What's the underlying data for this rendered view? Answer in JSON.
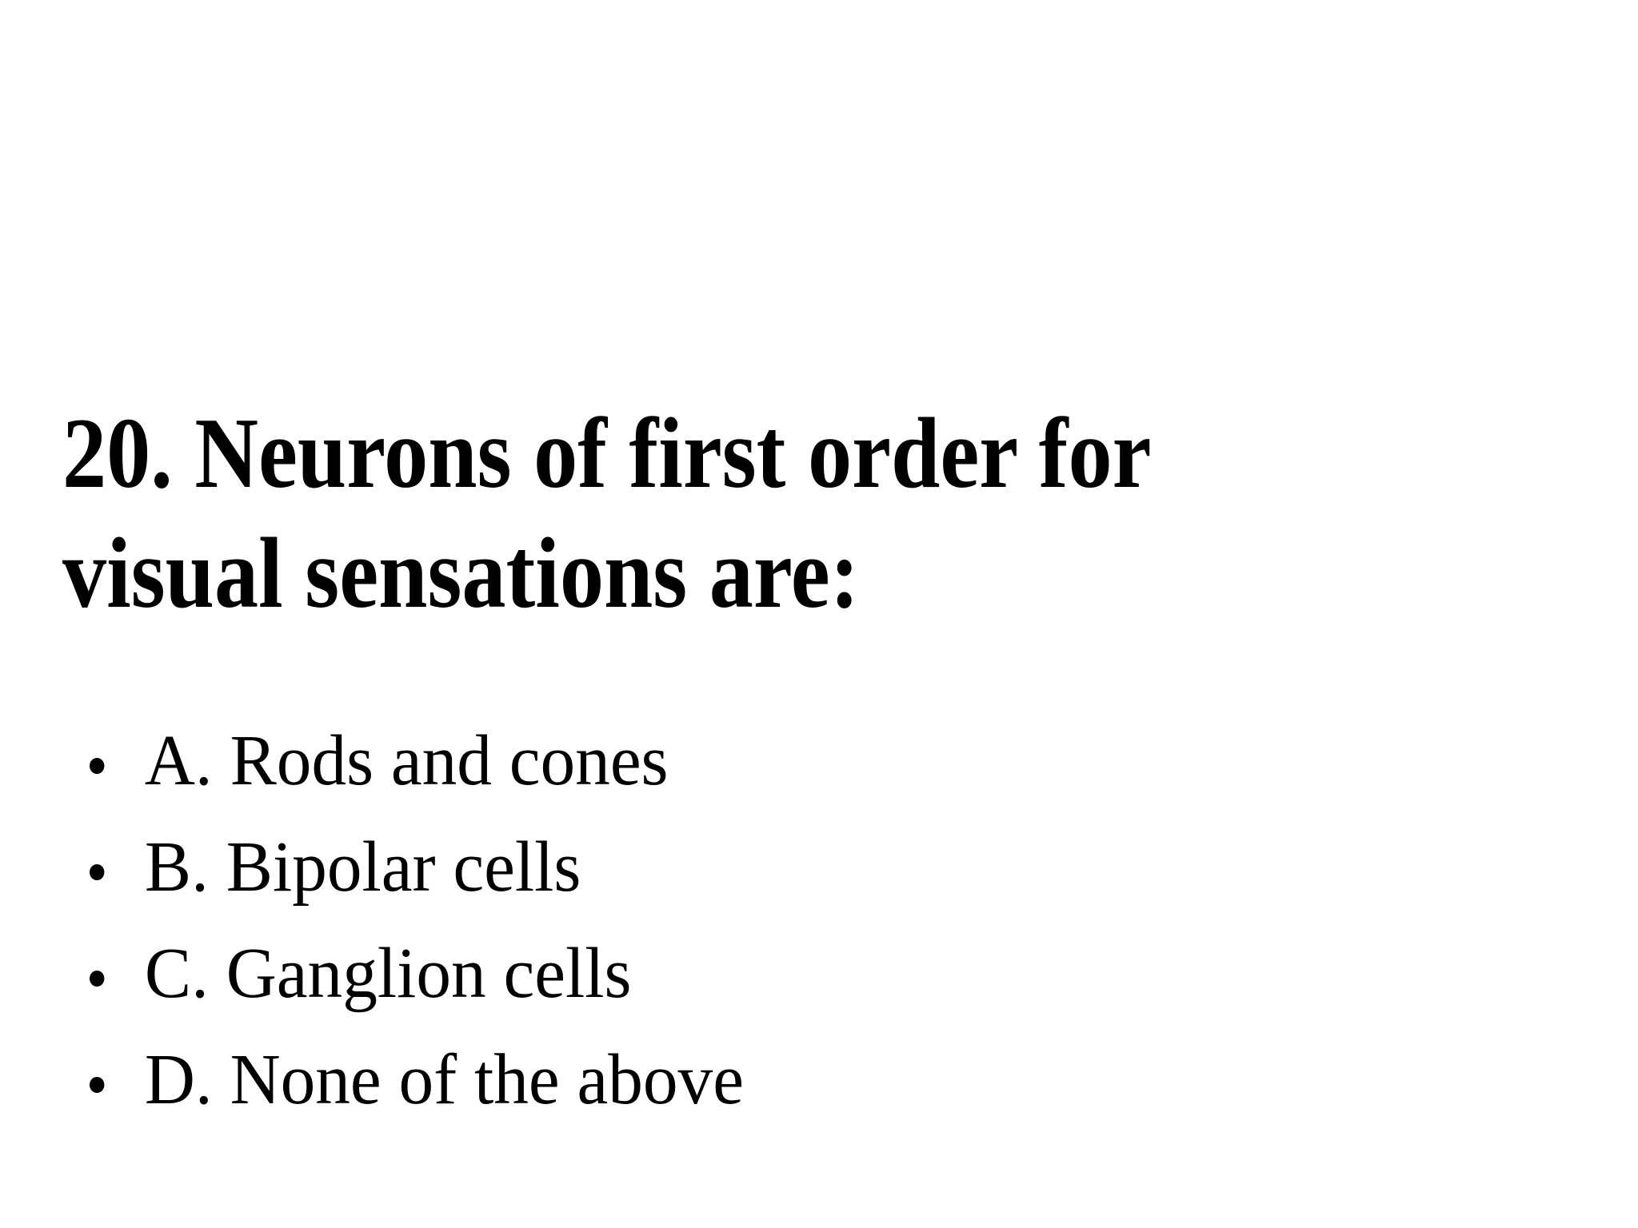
{
  "slide": {
    "background_color": "#ffffff",
    "text_color": "#000000",
    "question": {
      "number": "20",
      "title_line1": "20. Neurons of first order for",
      "title_line2": "visual sensations are:"
    },
    "options": [
      {
        "label": "A. Rods and cones"
      },
      {
        "label": "B. Bipolar cells"
      },
      {
        "label": "C. Ganglion cells"
      },
      {
        "label": "D. None of the above"
      }
    ]
  }
}
